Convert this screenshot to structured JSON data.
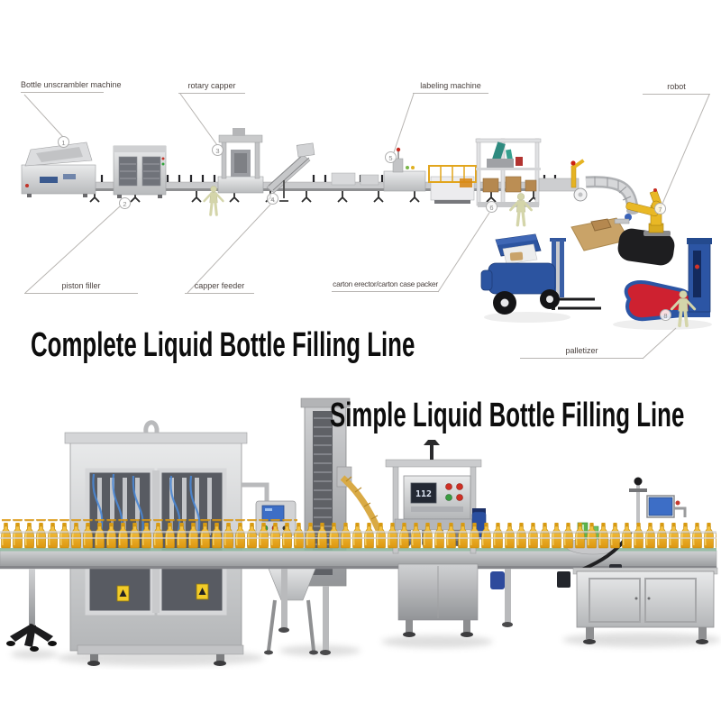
{
  "titles": {
    "complete": "Complete Liquid Bottle Filling Line",
    "simple": "Simple Liquid Bottle Filling Line"
  },
  "diagram": {
    "labels": {
      "bottle_unscrambler": "Bottle unscrambler machine",
      "rotary_capper": "rotary capper",
      "labeling_machine": "labeling machine",
      "robot": "robot",
      "piston_filler": "piston filler",
      "capper_feeder": "capper feeder",
      "carton_erector": "carton erector/carton case packer",
      "palletizer": "palletizer"
    },
    "markers": [
      "1",
      "2",
      "3",
      "4",
      "5",
      "6",
      "7",
      "8"
    ]
  },
  "photo": {
    "capper_display": "112"
  },
  "colors": {
    "bottle_yellow": "#efac18",
    "forklift_blue": "#2c54a0",
    "robot_yellow": "#e9b825",
    "wrapper_red": "#ce2130",
    "wrapper_blue": "#2c55a4",
    "machine_steel": "#c9cacc",
    "carton_brown": "#b5884f",
    "worker_beige": "#d4d5aa",
    "leader_gray": "#b8b5b2",
    "title_black": "#0d0d0d"
  }
}
